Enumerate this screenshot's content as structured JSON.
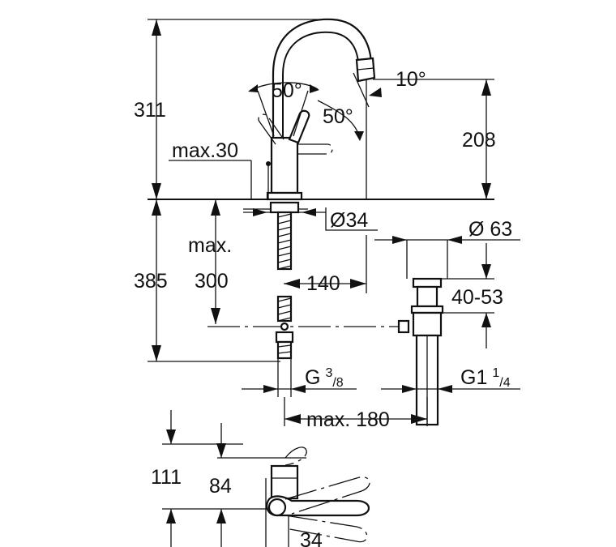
{
  "dimensions": {
    "height_311": "311",
    "angle_50_left": "50°",
    "angle_10": "10°",
    "angle_50_right": "50°",
    "height_208": "208",
    "max_30": "max.30",
    "diameter_34": "Ø34",
    "diameter_63": "Ø 63",
    "max_label": "max.",
    "height_385": "385",
    "value_300": "300",
    "value_140": "140",
    "range_40_53": "40-53",
    "thread_g": "G",
    "thread_g_sup": "3",
    "thread_g_sub": "/8",
    "thread_g1": "G1",
    "thread_g1_sup": "1",
    "thread_g1_sub": "/4",
    "max_180": "max. 180",
    "value_111": "111",
    "value_84": "84",
    "value_34": "34"
  }
}
